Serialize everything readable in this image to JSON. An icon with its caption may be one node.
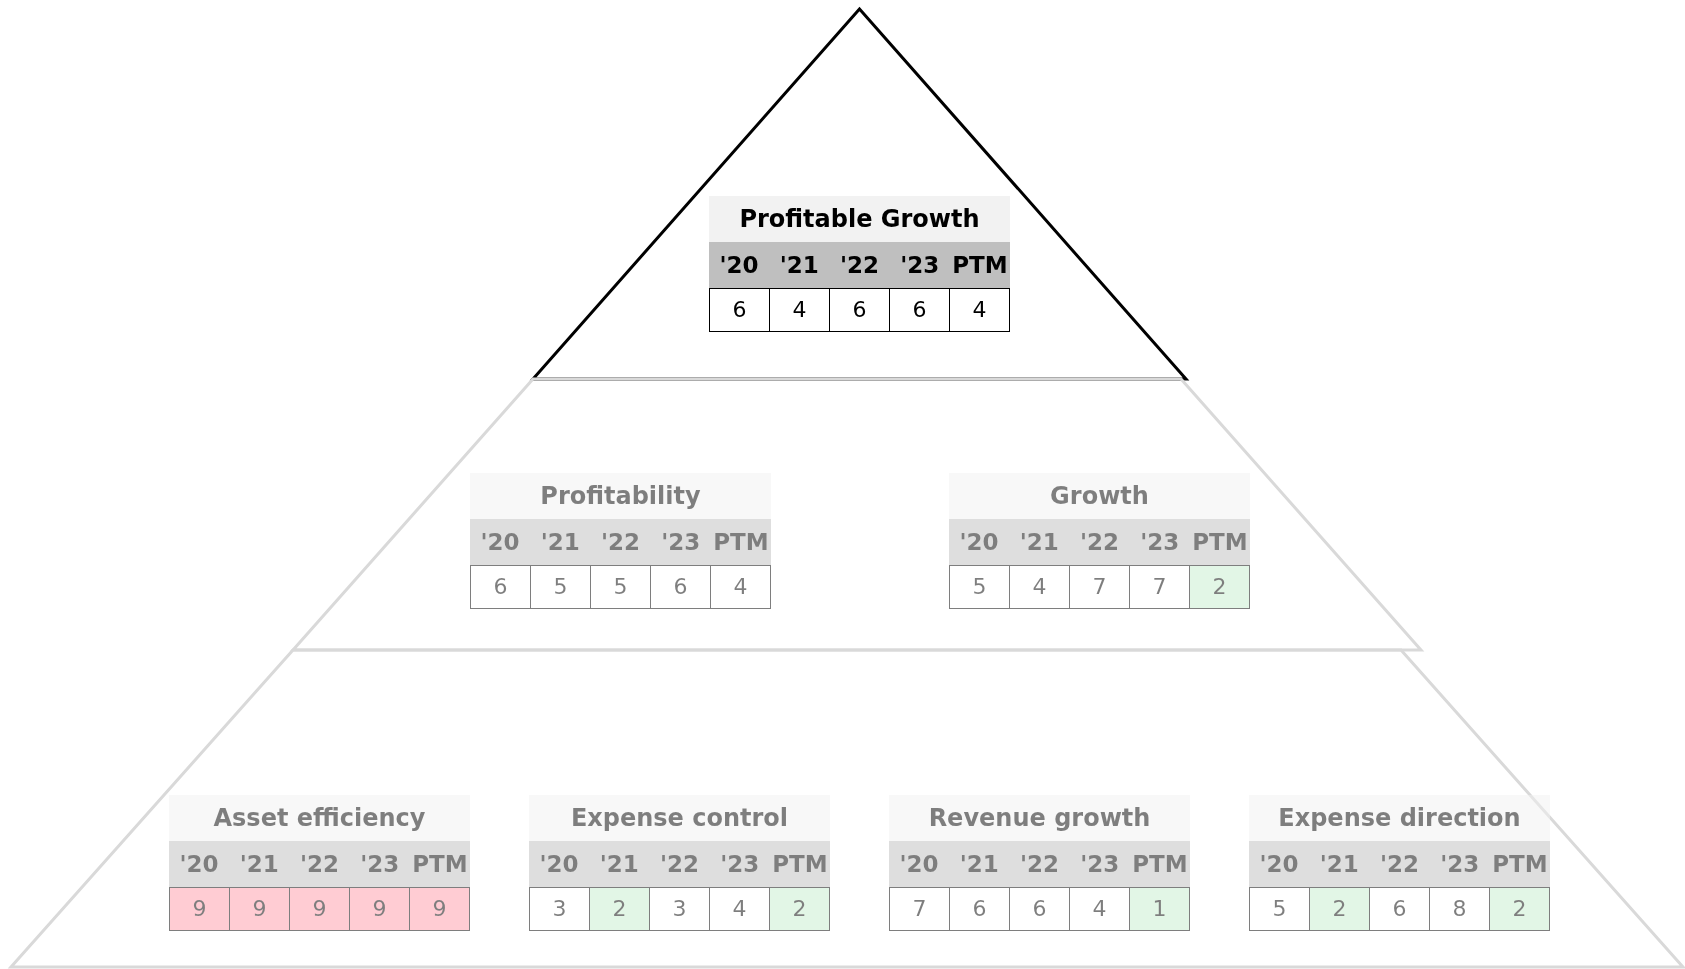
{
  "diagram": {
    "nodes": [
      {
        "text": [],
        "shape": "triangle"
      },
      {
        "text": [
          "Profitable Growth",
          "'20",
          "'21",
          "'22",
          "'23",
          "PTM",
          "6",
          "4",
          "6",
          "6",
          "4"
        ],
        "in": 0
      },
      {
        "text": [],
        "shape": "trapezoid"
      },
      {
        "text": [
          "Profitability",
          "'20",
          "'21",
          "'22",
          "'23",
          "PTM",
          "6",
          "5",
          "5",
          "6",
          "4"
        ],
        "in": 2
      },
      {
        "text": [
          "Growth",
          "'20",
          "'21",
          "'22",
          "'23",
          "PTM",
          "5",
          "4",
          "7",
          "7",
          "2"
        ],
        "in": 2
      },
      {
        "text": [],
        "shape": "trapezoid"
      },
      {
        "text": [
          "Asset efficiency",
          "'20",
          "'21",
          "'22",
          "'23",
          "PTM",
          "9",
          "9",
          "9",
          "9",
          "9"
        ],
        "in": 5
      },
      {
        "text": [
          "Expense control",
          "'20",
          "'21",
          "'22",
          "'23",
          "PTM",
          "3",
          "2",
          "3",
          "4",
          "2"
        ],
        "in": 5
      },
      {
        "text": [
          "Revenue growth",
          "'20",
          "'21",
          "'22",
          "'23",
          "PTM",
          "7",
          "6",
          "6",
          "4",
          "1"
        ],
        "in": 5
      },
      {
        "text": [
          "Expense direction",
          "'20",
          "'21",
          "'22",
          "'23",
          "PTM",
          "5",
          "2",
          "6",
          "8",
          "2"
        ],
        "in": 5
      }
    ]
  }
}
